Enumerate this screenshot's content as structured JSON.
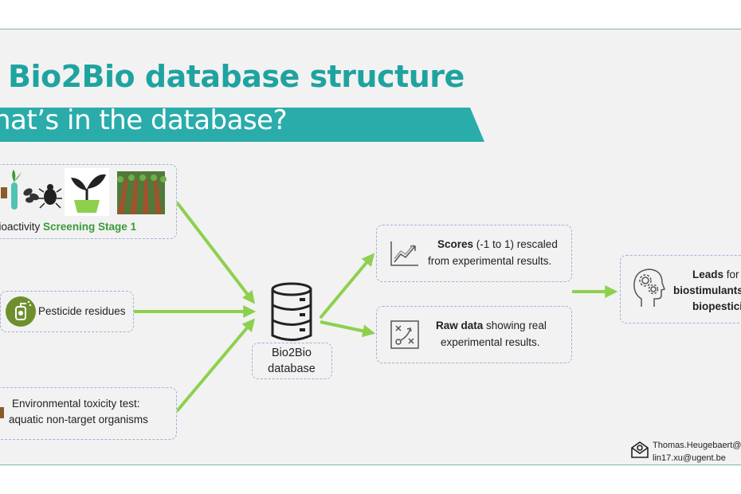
{
  "slide": {
    "title": "Bio2Bio database structure",
    "banner": "hat’s in the database?"
  },
  "inputs": {
    "bioactivity": {
      "prefix": "bioactivity ",
      "highlight": "Screening Stage 1"
    },
    "pesticide": {
      "label": "Pesticide residues"
    },
    "toxicity": {
      "line1": "Environmental toxicity test:",
      "line2": "aquatic non-target organisms"
    }
  },
  "database": {
    "line1": "Bio2Bio",
    "line2": "database"
  },
  "outputs": {
    "scores": {
      "bold": "Scores",
      "rest1": " (-1 to 1) rescaled",
      "line2": "from experimental  results."
    },
    "raw": {
      "bold": "Raw data",
      "rest1": " showing real",
      "line2": "experimental  results."
    }
  },
  "leads": {
    "bold": "Leads",
    "rest1": " for n",
    "line2": "biostimulants",
    "line3": "biopestici"
  },
  "contact": {
    "email1": "Thomas.Heugebaert@u",
    "email2": "lin17.xu@ugent.be"
  },
  "colors": {
    "teal": "#2aacaa",
    "title_teal": "#1fa3a0",
    "arrow_green": "#8ed04e",
    "accent_green": "#3a9a3a",
    "box_border": "#9db3d6"
  }
}
